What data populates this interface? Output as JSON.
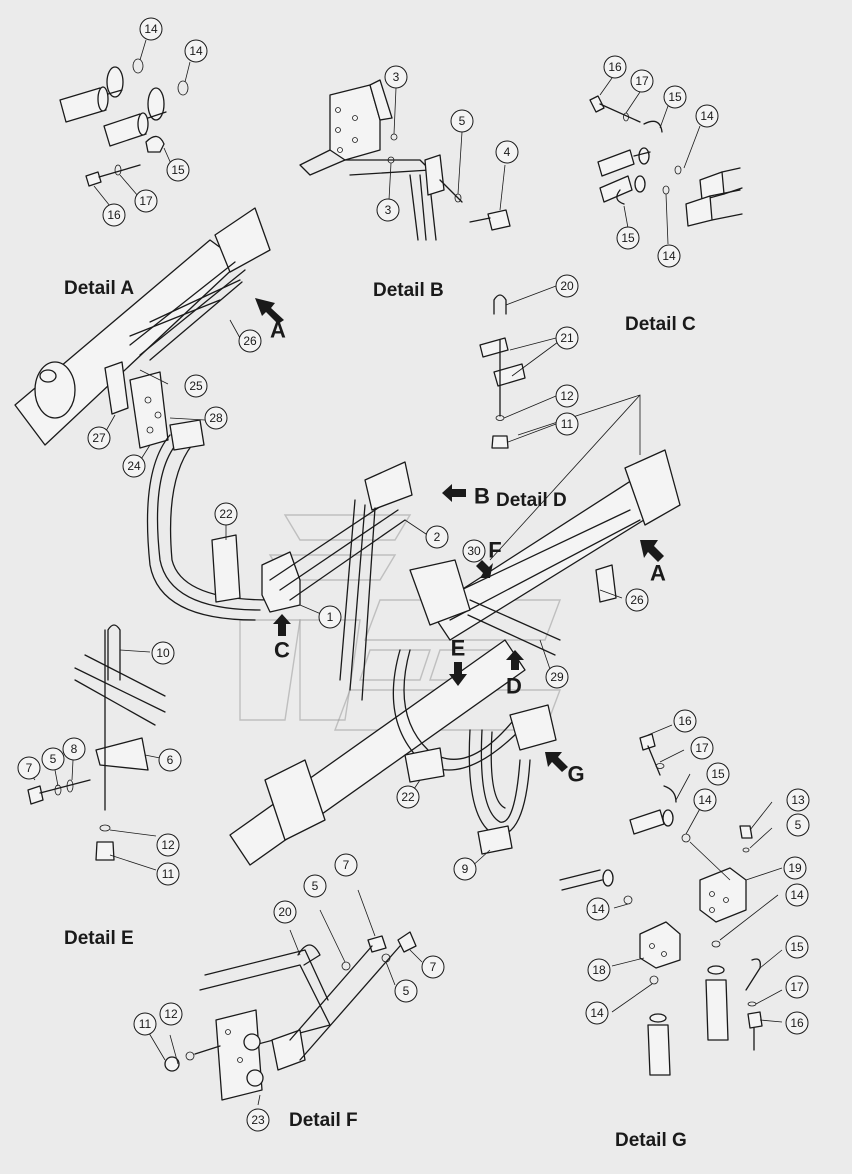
{
  "detail_labels": {
    "a": "Detail A",
    "b": "Detail B",
    "c": "Detail C",
    "d": "Detail D",
    "e": "Detail E",
    "f": "Detail F",
    "g": "Detail G"
  },
  "view_letters": {
    "a1": "A",
    "a2": "A",
    "b": "B",
    "c": "C",
    "d": "D",
    "e": "E",
    "f": "F",
    "g": "G"
  },
  "callouts": {
    "a_14a": "14",
    "a_14b": "14",
    "a_15": "15",
    "a_17": "17",
    "a_16": "16",
    "b_3a": "3",
    "b_3b": "3",
    "b_5": "5",
    "b_4": "4",
    "c_16": "16",
    "c_17": "17",
    "c_15a": "15",
    "c_14a": "14",
    "c_15b": "15",
    "c_14b": "14",
    "m_20": "20",
    "m_21": "21",
    "m_12": "12",
    "m_11": "11",
    "m_26a": "26",
    "m_25": "25",
    "m_28": "28",
    "m_27": "27",
    "m_24": "24",
    "m_22a": "22",
    "m_2": "2",
    "m_30": "30",
    "m_1": "1",
    "m_26b": "26",
    "m_29": "29",
    "m_22b": "22",
    "m_9": "9",
    "e_10": "10",
    "e_7": "7",
    "e_5": "5",
    "e_8": "8",
    "e_6": "6",
    "e_12": "12",
    "e_11": "11",
    "f_20": "20",
    "f_5a": "5",
    "f_7a": "7",
    "f_7b": "7",
    "f_5b": "5",
    "f_11": "11",
    "f_12": "12",
    "f_23": "23",
    "g_16a": "16",
    "g_17a": "17",
    "g_15a": "15",
    "g_14a": "14",
    "g_13": "13",
    "g_5": "5",
    "g_19": "19",
    "g_14b": "14",
    "g_14c": "14",
    "g_18": "18",
    "g_15b": "15",
    "g_17b": "17",
    "g_14d": "14",
    "g_16b": "16"
  }
}
